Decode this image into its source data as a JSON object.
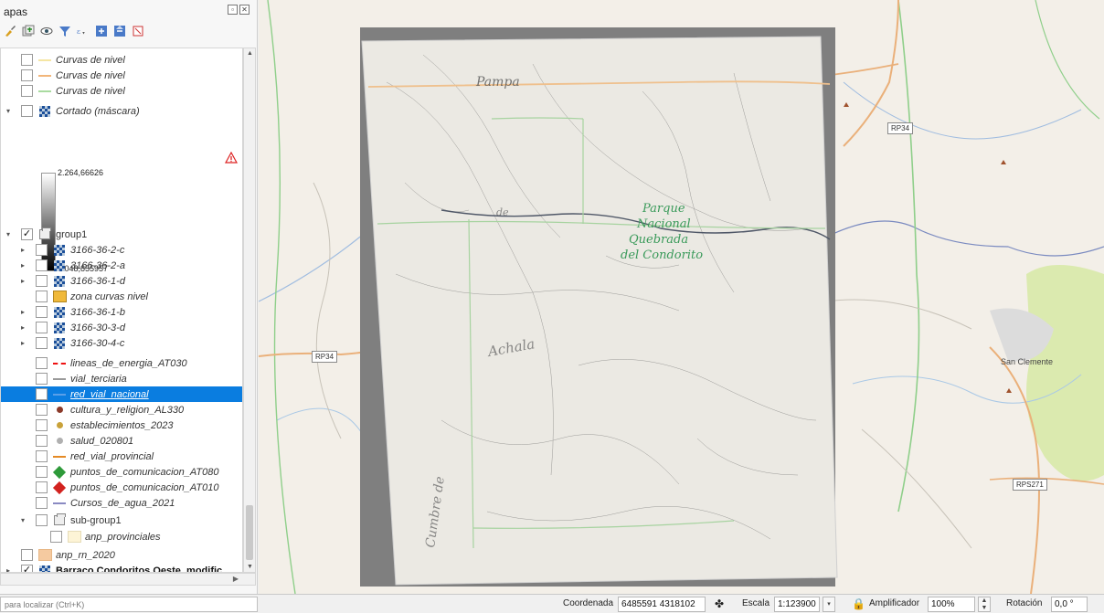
{
  "panel": {
    "title": "apas",
    "toolbar_icons": [
      "style-brush-icon",
      "add-group-icon",
      "eye-icon",
      "filter-icon",
      "expression-filter-icon",
      "expand-all-icon",
      "collapse-all-icon",
      "remove-layer-icon"
    ]
  },
  "legend": {
    "raster_max": "2.264,66626",
    "raster_min": "2.048,855957"
  },
  "layers": [
    {
      "name": "Curvas de nivel",
      "symbol": "line",
      "color": "#f5e6a3",
      "indent": 0
    },
    {
      "name": "Curvas de nivel",
      "symbol": "line",
      "color": "#f2b67a",
      "indent": 0
    },
    {
      "name": "Curvas de nivel",
      "symbol": "line",
      "color": "#a9dba0",
      "indent": 0
    },
    {
      "name": "Cortado (máscara)",
      "symbol": "raster",
      "indent": 0,
      "arrow": "▾",
      "warning": true
    },
    {
      "name": "group1",
      "symbol": "group",
      "indent": 0,
      "arrow": "▾",
      "checked": true,
      "style": "normal"
    },
    {
      "name": "3166-36-2-c",
      "symbol": "raster",
      "indent": 1,
      "arrow": "▸"
    },
    {
      "name": "3166-36-2-a",
      "symbol": "raster",
      "indent": 1,
      "arrow": "▸"
    },
    {
      "name": "3166-36-1-d",
      "symbol": "raster",
      "indent": 1,
      "arrow": "▸"
    },
    {
      "name": "zona curvas nivel",
      "symbol": "fill",
      "color": "#f0b93a",
      "indent": 1
    },
    {
      "name": "3166-36-1-b",
      "symbol": "raster",
      "indent": 1,
      "arrow": "▸"
    },
    {
      "name": "3166-30-3-d",
      "symbol": "raster",
      "indent": 1,
      "arrow": "▸"
    },
    {
      "name": "3166-30-4-c",
      "symbol": "raster",
      "indent": 1,
      "arrow": "▸"
    },
    {
      "name": "lineas_de_energia_AT030",
      "symbol": "dash",
      "indent": 1
    },
    {
      "name": "vial_terciaria",
      "symbol": "line",
      "color": "#9a9a9a",
      "indent": 1
    },
    {
      "name": "red_vial_nacional",
      "symbol": "line",
      "color": "#ffffff",
      "indent": 1,
      "selected": true
    },
    {
      "name": "cultura_y_religion_AL330",
      "symbol": "dot",
      "color": "#8b3a2a",
      "indent": 1
    },
    {
      "name": "establecimientos_2023",
      "symbol": "dot",
      "color": "#c9a23a",
      "indent": 1
    },
    {
      "name": "salud_020801",
      "symbol": "dot",
      "color": "#b0b0b0",
      "indent": 1
    },
    {
      "name": "red_vial_provincial",
      "symbol": "line",
      "color": "#e58a25",
      "indent": 1
    },
    {
      "name": "puntos_de_comunicacion_AT080",
      "symbol": "diamond",
      "color": "#2e9a3a",
      "indent": 1
    },
    {
      "name": "puntos_de_comunicacion_AT010",
      "symbol": "diamond",
      "color": "#d2221f",
      "indent": 1
    },
    {
      "name": "Cursos_de_agua_2021",
      "symbol": "line",
      "color": "#8a8ac2",
      "indent": 1
    },
    {
      "name": "sub-group1",
      "symbol": "group",
      "indent": 1,
      "arrow": "▾",
      "style": "normal"
    },
    {
      "name": "anp_provinciales",
      "symbol": "fill",
      "color": "#fdf4d6",
      "indent": 2
    },
    {
      "name": "anp_rn_2020",
      "symbol": "fill",
      "color": "#f5caa0",
      "indent": 0
    },
    {
      "name": "Barraco Condoritos Oeste_modific",
      "symbol": "raster",
      "indent": 0,
      "arrow": "▸",
      "checked": true,
      "style": "bold"
    }
  ],
  "map": {
    "road_labels": [
      "RP34",
      "RP34",
      "RPS271"
    ],
    "place_labels": [
      "San Clemente"
    ],
    "scan_labels": [
      "Pampa",
      "Parque",
      "Nacional",
      "Quebrada",
      "del Condorito",
      "Achala",
      "Cumbre de",
      "de"
    ]
  },
  "status": {
    "locator_placeholder": "para localizar (Ctrl+K)",
    "coord_label": "Coordenada",
    "coord_value": "6485591  4318102",
    "scale_label": "Escala",
    "scale_value": "1:123900",
    "magnifier_label": "Amplificador",
    "magnifier_value": "100%",
    "rotation_label": "Rotación",
    "rotation_value": "0,0 °"
  }
}
